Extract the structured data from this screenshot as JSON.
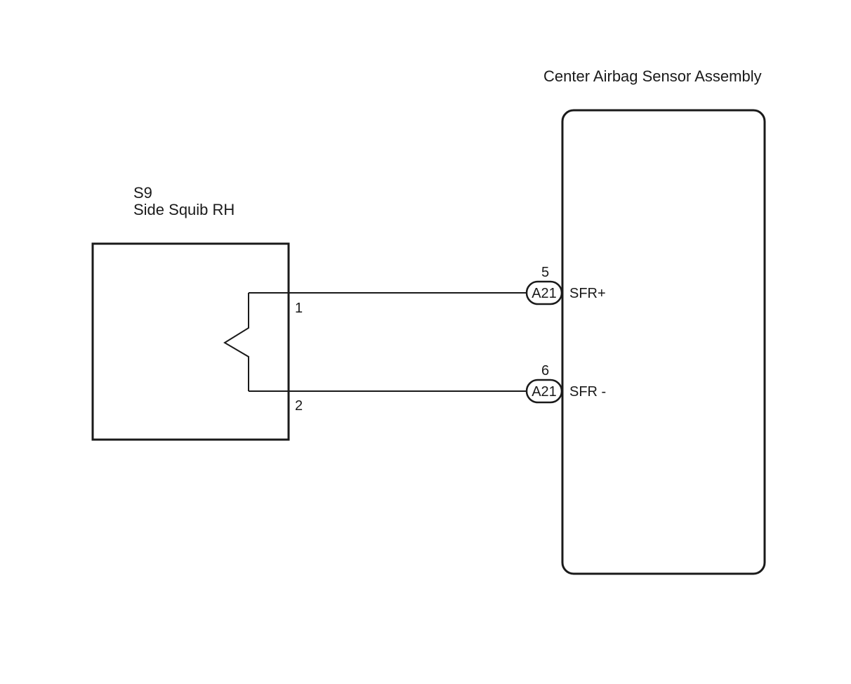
{
  "ecu": {
    "name": "Center Airbag Sensor Assembly"
  },
  "squib": {
    "code": "S9",
    "name": "Side Squib RH",
    "pins": [
      "1",
      "2"
    ]
  },
  "connections": [
    {
      "connector": "A21",
      "pin": "5",
      "signal": "SFR+"
    },
    {
      "connector": "A21",
      "pin": "6",
      "signal": "SFR -"
    }
  ]
}
